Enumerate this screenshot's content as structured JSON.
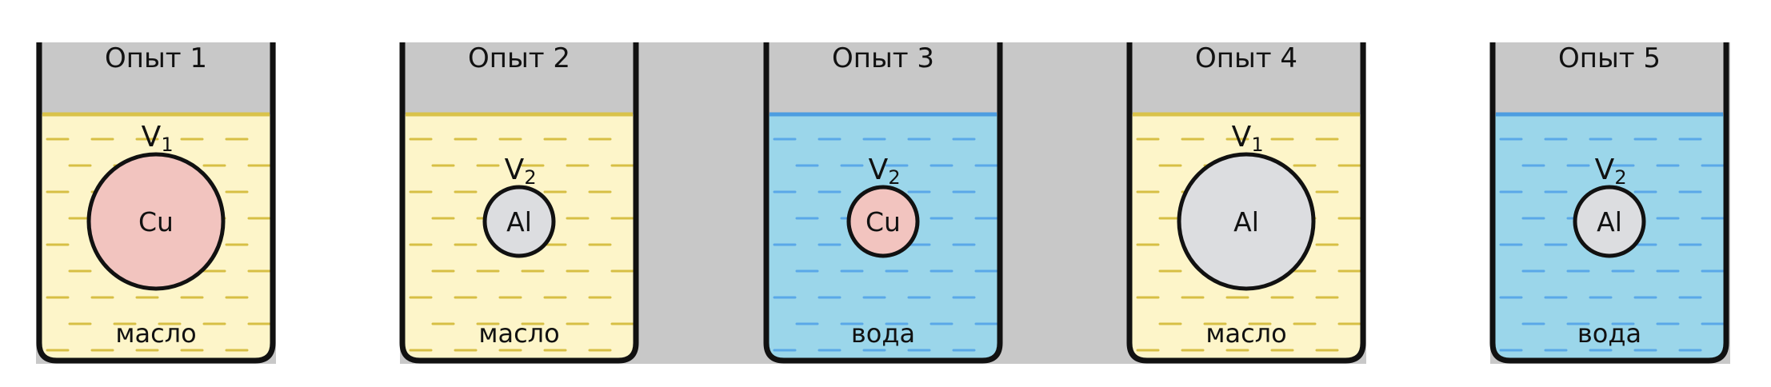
{
  "colors": {
    "background": "#c8c8c8",
    "oil": "#fdf5c9",
    "oil_surface": "#d9c24a",
    "oil_dash": "#d7bf45",
    "water": "#9bd6ea",
    "water_surface": "#4d9de0",
    "water_dash": "#5aa8e8",
    "copper": "#f2c4bf",
    "aluminum": "#dcdde0",
    "outline": "#111111",
    "text": "#111111"
  },
  "experiments": [
    {
      "title": "Опыт 1",
      "liquid": "oil",
      "liquid_label": "масло",
      "metal": "Cu",
      "volume_main": "V",
      "volume_sub": "1",
      "ball_size": "large"
    },
    {
      "title": "Опыт 2",
      "liquid": "oil",
      "liquid_label": "масло",
      "metal": "Al",
      "volume_main": "V",
      "volume_sub": "2",
      "ball_size": "small"
    },
    {
      "title": "Опыт 3",
      "liquid": "water",
      "liquid_label": "вода",
      "metal": "Cu",
      "volume_main": "V",
      "volume_sub": "2",
      "ball_size": "small"
    },
    {
      "title": "Опыт 4",
      "liquid": "oil",
      "liquid_label": "масло",
      "metal": "Al",
      "volume_main": "V",
      "volume_sub": "1",
      "ball_size": "large"
    },
    {
      "title": "Опыт 5",
      "liquid": "water",
      "liquid_label": "вода",
      "metal": "Al",
      "volume_main": "V",
      "volume_sub": "2",
      "ball_size": "small"
    }
  ]
}
